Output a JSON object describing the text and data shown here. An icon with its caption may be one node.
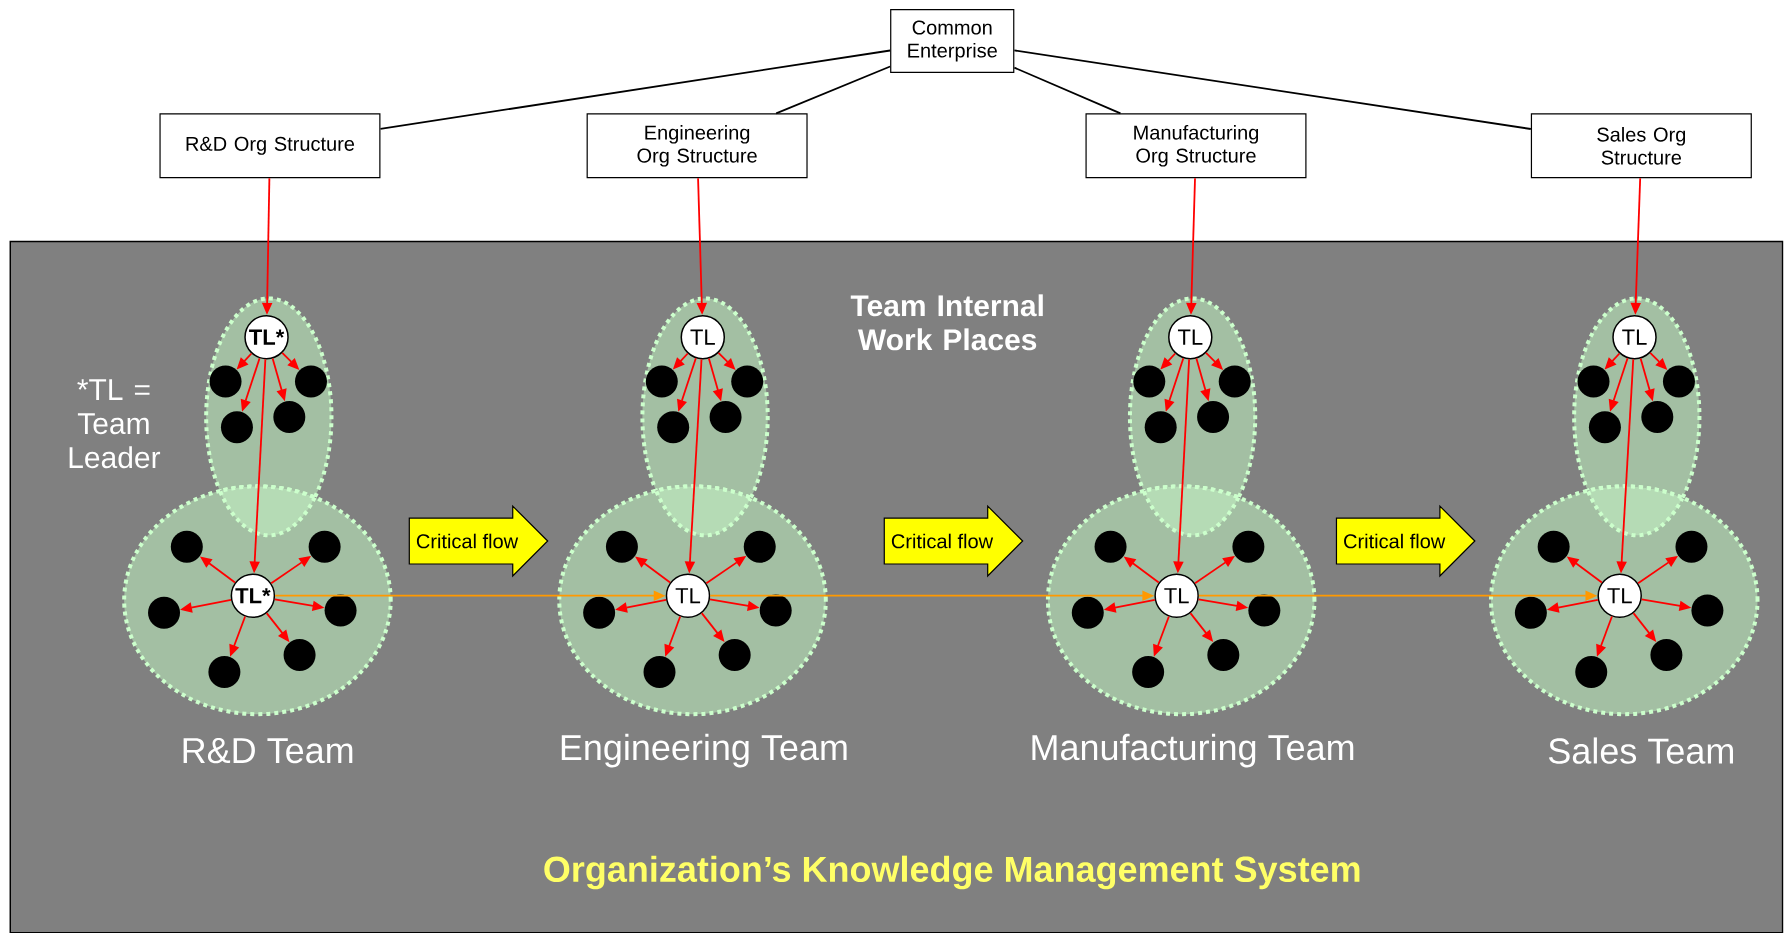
{
  "diagram": {
    "nodes": [
      {
        "text": [
          "Common Enterprise"
        ]
      },
      {
        "text": [
          "R&D Org Structure"
        ]
      },
      {
        "text": [
          "Engineering Org Structure"
        ]
      },
      {
        "text": [
          "Manufacturing Org Structure"
        ]
      },
      {
        "text": [
          "Sales Org Structure"
        ]
      },
      {
        "text": [
          "Organization’s Knowledge Management System"
        ]
      },
      {
        "text": [],
        "shape": "ellipse",
        "in": 5
      },
      {
        "text": [
          "TL*"
        ],
        "in": 6
      },
      {
        "text": [],
        "shape": "circle",
        "in": 6
      },
      {
        "text": [],
        "shape": "circle",
        "in": 6
      },
      {
        "text": [],
        "shape": "circle",
        "in": 6
      },
      {
        "text": [],
        "shape": "circle",
        "in": 6
      },
      {
        "text": [],
        "shape": "ellipse",
        "in": 5,
        "beside": [
          "R&D Team"
        ]
      },
      {
        "text": [
          "TL*"
        ],
        "in": 12
      },
      {
        "text": [],
        "shape": "circle",
        "in": 12
      },
      {
        "text": [],
        "shape": "circle",
        "in": 12
      },
      {
        "text": [],
        "shape": "circle",
        "in": 12
      },
      {
        "text": [],
        "shape": "circle",
        "in": 12
      },
      {
        "text": [],
        "shape": "circle",
        "in": 12
      },
      {
        "text": [],
        "shape": "circle",
        "in": 12
      },
      {
        "text": [],
        "shape": "ellipse",
        "in": 5
      },
      {
        "text": [
          "TL"
        ],
        "in": 20
      },
      {
        "text": [],
        "shape": "circle",
        "in": 20
      },
      {
        "text": [],
        "shape": "circle",
        "in": 20
      },
      {
        "text": [],
        "shape": "circle",
        "in": 20
      },
      {
        "text": [],
        "shape": "circle",
        "in": 20
      },
      {
        "text": [],
        "shape": "ellipse",
        "in": 5,
        "beside": [
          "Engineering Team"
        ]
      },
      {
        "text": [
          "TL"
        ],
        "in": 26
      },
      {
        "text": [],
        "shape": "circle",
        "in": 26
      },
      {
        "text": [],
        "shape": "circle",
        "in": 26
      },
      {
        "text": [],
        "shape": "circle",
        "in": 26
      },
      {
        "text": [],
        "shape": "circle",
        "in": 26
      },
      {
        "text": [],
        "shape": "circle",
        "in": 26
      },
      {
        "text": [],
        "shape": "circle",
        "in": 26
      },
      {
        "text": [],
        "shape": "ellipse",
        "in": 5
      },
      {
        "text": [
          "TL"
        ],
        "in": 34
      },
      {
        "text": [],
        "shape": "circle",
        "in": 34
      },
      {
        "text": [],
        "shape": "circle",
        "in": 34
      },
      {
        "text": [],
        "shape": "circle",
        "in": 34
      },
      {
        "text": [],
        "shape": "circle",
        "in": 34
      },
      {
        "text": [],
        "shape": "ellipse",
        "in": 5,
        "beside": [
          "Manufacturing Team"
        ]
      },
      {
        "text": [
          "TL"
        ],
        "in": 40
      },
      {
        "text": [],
        "shape": "circle",
        "in": 40
      },
      {
        "text": [],
        "shape": "circle",
        "in": 40
      },
      {
        "text": [],
        "shape": "circle",
        "in": 40
      },
      {
        "text": [],
        "shape": "circle",
        "in": 40
      },
      {
        "text": [],
        "shape": "circle",
        "in": 40
      },
      {
        "text": [],
        "shape": "circle",
        "in": 40
      },
      {
        "text": [],
        "shape": "ellipse",
        "in": 5
      },
      {
        "text": [
          "TL"
        ],
        "in": 48
      },
      {
        "text": [],
        "shape": "circle",
        "in": 48
      },
      {
        "text": [],
        "shape": "circle",
        "in": 48
      },
      {
        "text": [],
        "shape": "circle",
        "in": 48
      },
      {
        "text": [],
        "shape": "circle",
        "in": 48
      },
      {
        "text": [],
        "shape": "ellipse",
        "in": 5,
        "beside": [
          "Sales Team"
        ]
      },
      {
        "text": [
          "TL"
        ],
        "in": 54
      },
      {
        "text": [],
        "shape": "circle",
        "in": 54
      },
      {
        "text": [],
        "shape": "circle",
        "in": 54
      },
      {
        "text": [],
        "shape": "circle",
        "in": 54
      },
      {
        "text": [],
        "shape": "circle",
        "in": 54
      },
      {
        "text": [],
        "shape": "circle",
        "in": 54
      },
      {
        "text": [],
        "shape": "circle",
        "in": 54
      },
      {
        "text": [
          "Critical flow"
        ],
        "in": 5
      },
      {
        "text": [
          "Critical flow"
        ],
        "in": 5
      },
      {
        "text": [
          "Critical flow"
        ],
        "in": 5
      }
    ],
    "edges": [
      {
        "from": 0,
        "to": 1,
        "arrow": "none",
        "color": "#000000"
      },
      {
        "from": 0,
        "to": 2,
        "arrow": "none",
        "color": "#000000"
      },
      {
        "from": 0,
        "to": 3,
        "arrow": "none",
        "color": "#000000"
      },
      {
        "from": 0,
        "to": 4,
        "arrow": "none",
        "color": "#000000"
      },
      {
        "from": 1,
        "to": 7,
        "arrow": "to"
      },
      {
        "from": 2,
        "to": 21,
        "arrow": "to"
      },
      {
        "from": 3,
        "to": 35,
        "arrow": "to"
      },
      {
        "from": 4,
        "to": 49,
        "arrow": "to"
      },
      {
        "from": 7,
        "to": 8,
        "arrow": "to"
      },
      {
        "from": 7,
        "to": 9,
        "arrow": "to"
      },
      {
        "from": 7,
        "to": 10,
        "arrow": "to"
      },
      {
        "from": 7,
        "to": 11,
        "arrow": "to"
      },
      {
        "from": 7,
        "to": 13,
        "arrow": "to"
      },
      {
        "from": 13,
        "to": 14,
        "arrow": "to"
      },
      {
        "from": 13,
        "to": 15,
        "arrow": "to"
      },
      {
        "from": 13,
        "to": 16,
        "arrow": "to"
      },
      {
        "from": 13,
        "to": 17,
        "arrow": "to"
      },
      {
        "from": 13,
        "to": 18,
        "arrow": "to"
      },
      {
        "from": 13,
        "to": 19,
        "arrow": "to"
      },
      {
        "from": 21,
        "to": 22,
        "arrow": "to"
      },
      {
        "from": 21,
        "to": 23,
        "arrow": "to"
      },
      {
        "from": 21,
        "to": 24,
        "arrow": "to"
      },
      {
        "from": 21,
        "to": 25,
        "arrow": "to"
      },
      {
        "from": 21,
        "to": 27,
        "arrow": "to"
      },
      {
        "from": 27,
        "to": 28,
        "arrow": "to"
      },
      {
        "from": 27,
        "to": 29,
        "arrow": "to"
      },
      {
        "from": 27,
        "to": 30,
        "arrow": "to"
      },
      {
        "from": 27,
        "to": 31,
        "arrow": "to"
      },
      {
        "from": 27,
        "to": 32,
        "arrow": "to"
      },
      {
        "from": 27,
        "to": 33,
        "arrow": "to"
      },
      {
        "from": 35,
        "to": 36,
        "arrow": "to"
      },
      {
        "from": 35,
        "to": 37,
        "arrow": "to"
      },
      {
        "from": 35,
        "to": 38,
        "arrow": "to"
      },
      {
        "from": 35,
        "to": 39,
        "arrow": "to"
      },
      {
        "from": 35,
        "to": 41,
        "arrow": "to"
      },
      {
        "from": 41,
        "to": 42,
        "arrow": "to"
      },
      {
        "from": 41,
        "to": 43,
        "arrow": "to"
      },
      {
        "from": 41,
        "to": 44,
        "arrow": "to"
      },
      {
        "from": 41,
        "to": 45,
        "arrow": "to"
      },
      {
        "from": 41,
        "to": 46,
        "arrow": "to"
      },
      {
        "from": 41,
        "to": 47,
        "arrow": "to"
      },
      {
        "from": 49,
        "to": 50,
        "arrow": "to"
      },
      {
        "from": 49,
        "to": 51,
        "arrow": "to"
      },
      {
        "from": 49,
        "to": 52,
        "arrow": "to"
      },
      {
        "from": 49,
        "to": 53,
        "arrow": "to"
      },
      {
        "from": 49,
        "to": 55,
        "arrow": "to"
      },
      {
        "from": 55,
        "to": 56,
        "arrow": "to"
      },
      {
        "from": 55,
        "to": 57,
        "arrow": "to"
      },
      {
        "from": 55,
        "to": 58,
        "arrow": "to"
      },
      {
        "from": 55,
        "to": 59,
        "arrow": "to"
      },
      {
        "from": 55,
        "to": 60,
        "arrow": "to"
      },
      {
        "from": 55,
        "to": 61,
        "arrow": "to"
      },
      {
        "from": 13,
        "to": 27,
        "arrow": "to",
        "color": "#ff9900"
      },
      {
        "from": 27,
        "to": 41,
        "arrow": "to",
        "color": "#ff9900"
      },
      {
        "from": 41,
        "to": 55,
        "arrow": "to",
        "color": "#ff9900"
      }
    ],
    "labels": [
      "Team Internal Work Places",
      "*TL = Team Leader"
    ]
  }
}
